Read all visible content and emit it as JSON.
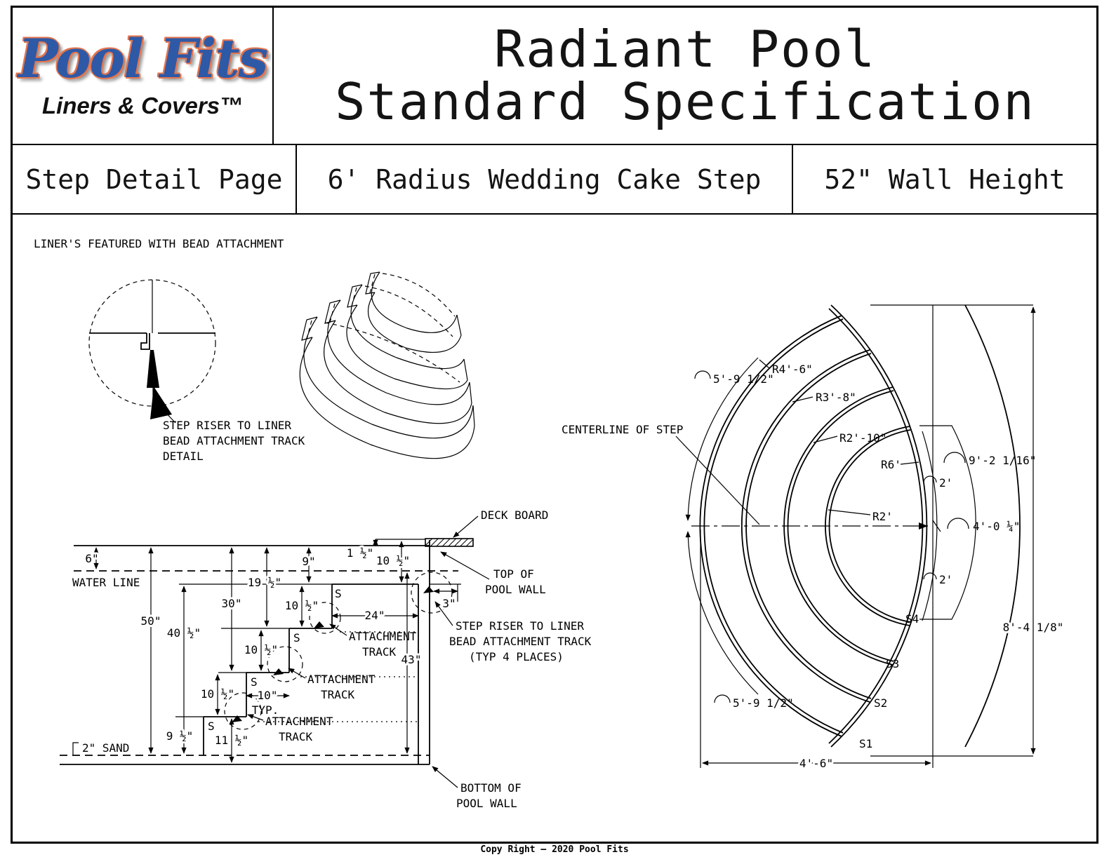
{
  "header": {
    "logo_text": "Pool Fits",
    "logo_tagline": "Liners & Covers™",
    "title_line1": "Radiant Pool",
    "title_line2": "Standard Specification"
  },
  "subheader": {
    "page_label": "Step Detail Page",
    "product_label": "6' Radius Wedding Cake Step",
    "wall_height_label": "52\" Wall Height"
  },
  "drawing_note": "LINER'S FEATURED WITH BEAD ATTACHMENT",
  "detail_view": {
    "label_line1": "STEP RISER TO LINER",
    "label_line2": "BEAD ATTACHMENT TRACK",
    "label_line3": "DETAIL"
  },
  "section_view": {
    "water_line": "WATER LINE",
    "sand": "2\" SAND",
    "deck_board": "DECK BOARD",
    "top_of_wall_1": "TOP OF",
    "top_of_wall_2": "POOL WALL",
    "bottom_of_wall_1": "BOTTOM OF",
    "bottom_of_wall_2": "POOL WALL",
    "riser_note_1": "STEP RISER TO LINER",
    "riser_note_2": "BEAD ATTACHMENT TRACK",
    "riser_note_3": "(TYP 4 PLACES)",
    "attachment": "ATTACHMENT",
    "track": "TRACK",
    "step_mark": "S",
    "dims": {
      "d6": "6\"",
      "d50": "50\"",
      "d40h": "40 ½\"",
      "d30": "30\"",
      "d19h": "19 ½\"",
      "d9": "9\"",
      "d1h": "1 ½\"",
      "d10h": "10 ½\"",
      "d24": "24\"",
      "d3": "3\"",
      "d43": "43\"",
      "d10": "10\"",
      "typ": "TYP.",
      "d9h": "9 ½\"",
      "d11h": "11 ½\""
    }
  },
  "plan_view": {
    "centerline": "CENTERLINE OF STEP",
    "radii": {
      "r4_6": "R4'-6\"",
      "r3_8": "R3'-8\"",
      "r2_10": "R2'-10\"",
      "r6": "R6'",
      "r2": "R2'"
    },
    "arc_dims": {
      "arc5_9": "5'-9 1/2\"",
      "arc2": "2'",
      "arc9_2": "9'-2 1/16\"",
      "arc4_0": "4'-0 ¼\""
    },
    "dims": {
      "d4_6": "4'-6\"",
      "d8_4": "8'-4 1/8\""
    },
    "steps": {
      "s1": "S1",
      "s2": "S2",
      "s3": "S3",
      "s4": "S4"
    }
  },
  "footer": {
    "copyright": "Copy Right — 2020 Pool Fits"
  },
  "colors": {
    "logo_blue": "#2e59a6",
    "logo_orange": "#e4764f",
    "line": "#000000"
  }
}
